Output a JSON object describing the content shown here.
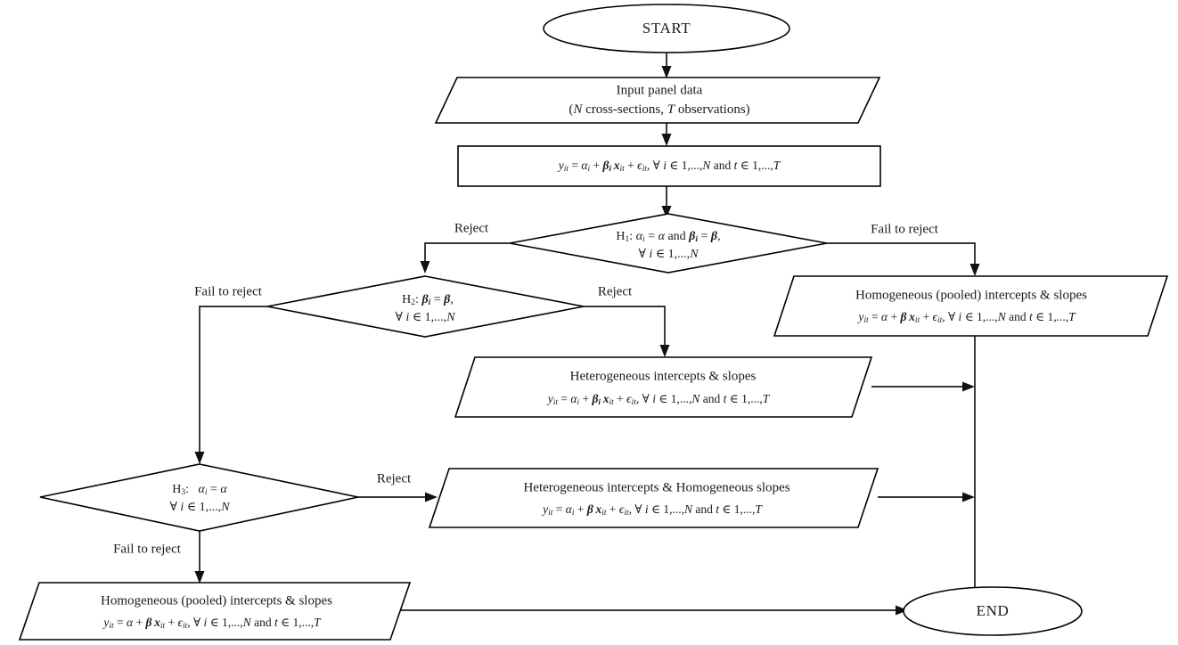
{
  "diagram": {
    "title": "Panel data poolability testing procedure flowchart",
    "background_color": "#ffffff",
    "line_color": "#1a1a1a",
    "text_color": "#1a1a1a"
  },
  "nodes": {
    "start": {
      "shape": "ellipse",
      "label": "START"
    },
    "input": {
      "shape": "parallelogram",
      "line1": "Input panel data",
      "line2_prefix": "(",
      "line2_N": "N",
      "line2_mid": " cross-sections, ",
      "line2_T": "T",
      "line2_suffix": " observations)"
    },
    "model": {
      "shape": "rectangle",
      "equation": "y_it = α_i + β_i x_it + ε_it, ∀ i ∈ 1,...,N and t ∈ 1,...,T"
    },
    "h1": {
      "shape": "diamond",
      "name": "H1",
      "line1": "H₁: αᵢ = α and βᵢ = β,",
      "line2": "∀ i ∈ 1,...,N"
    },
    "h2": {
      "shape": "diamond",
      "name": "H2",
      "line1": "H₂: βᵢ = β,",
      "line2": "∀ i ∈ 1,...,N"
    },
    "h3": {
      "shape": "diamond",
      "name": "H3",
      "line1": "H₃:  αᵢ = α",
      "line2": "∀ i ∈ 1,...,N"
    },
    "pooled_right": {
      "shape": "parallelogram",
      "line1": "Homogeneous (pooled) intercepts & slopes",
      "line2": "y_it = α + β x_it + ε_it, ∀ i ∈ 1,...,N and t ∈ 1,...,T"
    },
    "hetero_both": {
      "shape": "parallelogram",
      "line1": "Heterogeneous intercepts & slopes",
      "line2": "y_it = α_i + β_i x_it + ε_it, ∀ i ∈ 1,...,N and t ∈ 1,...,T"
    },
    "hetero_int_homo_slope": {
      "shape": "parallelogram",
      "line1": "Heterogeneous intercepts & Homogeneous slopes",
      "line2": "y_it = α_i + β x_it + ε_it, ∀ i ∈ 1,...,N and t ∈ 1,...,T"
    },
    "pooled_bottom": {
      "shape": "parallelogram",
      "line1": "Homogeneous (pooled) intercepts & slopes",
      "line2": "y_it = α + β x_it + ε_it, ∀ i ∈ 1,...,N and t ∈ 1,...,T"
    },
    "end": {
      "shape": "ellipse",
      "label": "END"
    }
  },
  "edge_labels": {
    "h1_reject": "Reject",
    "h1_fail": "Fail to reject",
    "h2_fail": "Fail to reject",
    "h2_reject": "Reject",
    "h3_reject": "Reject",
    "h3_fail": "Fail to reject"
  },
  "symbols": {
    "y": "y",
    "alpha": "α",
    "beta": "β",
    "epsilon": "ϵ",
    "x": "x",
    "forall": "∀",
    "in": "∈",
    "eq": "=",
    "plus": "+",
    "and": "and",
    "N": "N",
    "T": "T",
    "i": "i",
    "t": "t",
    "it": "it",
    "ellipsis": "1,...,",
    "ampersand": "&",
    "sub_i": "i",
    "comma": ","
  }
}
